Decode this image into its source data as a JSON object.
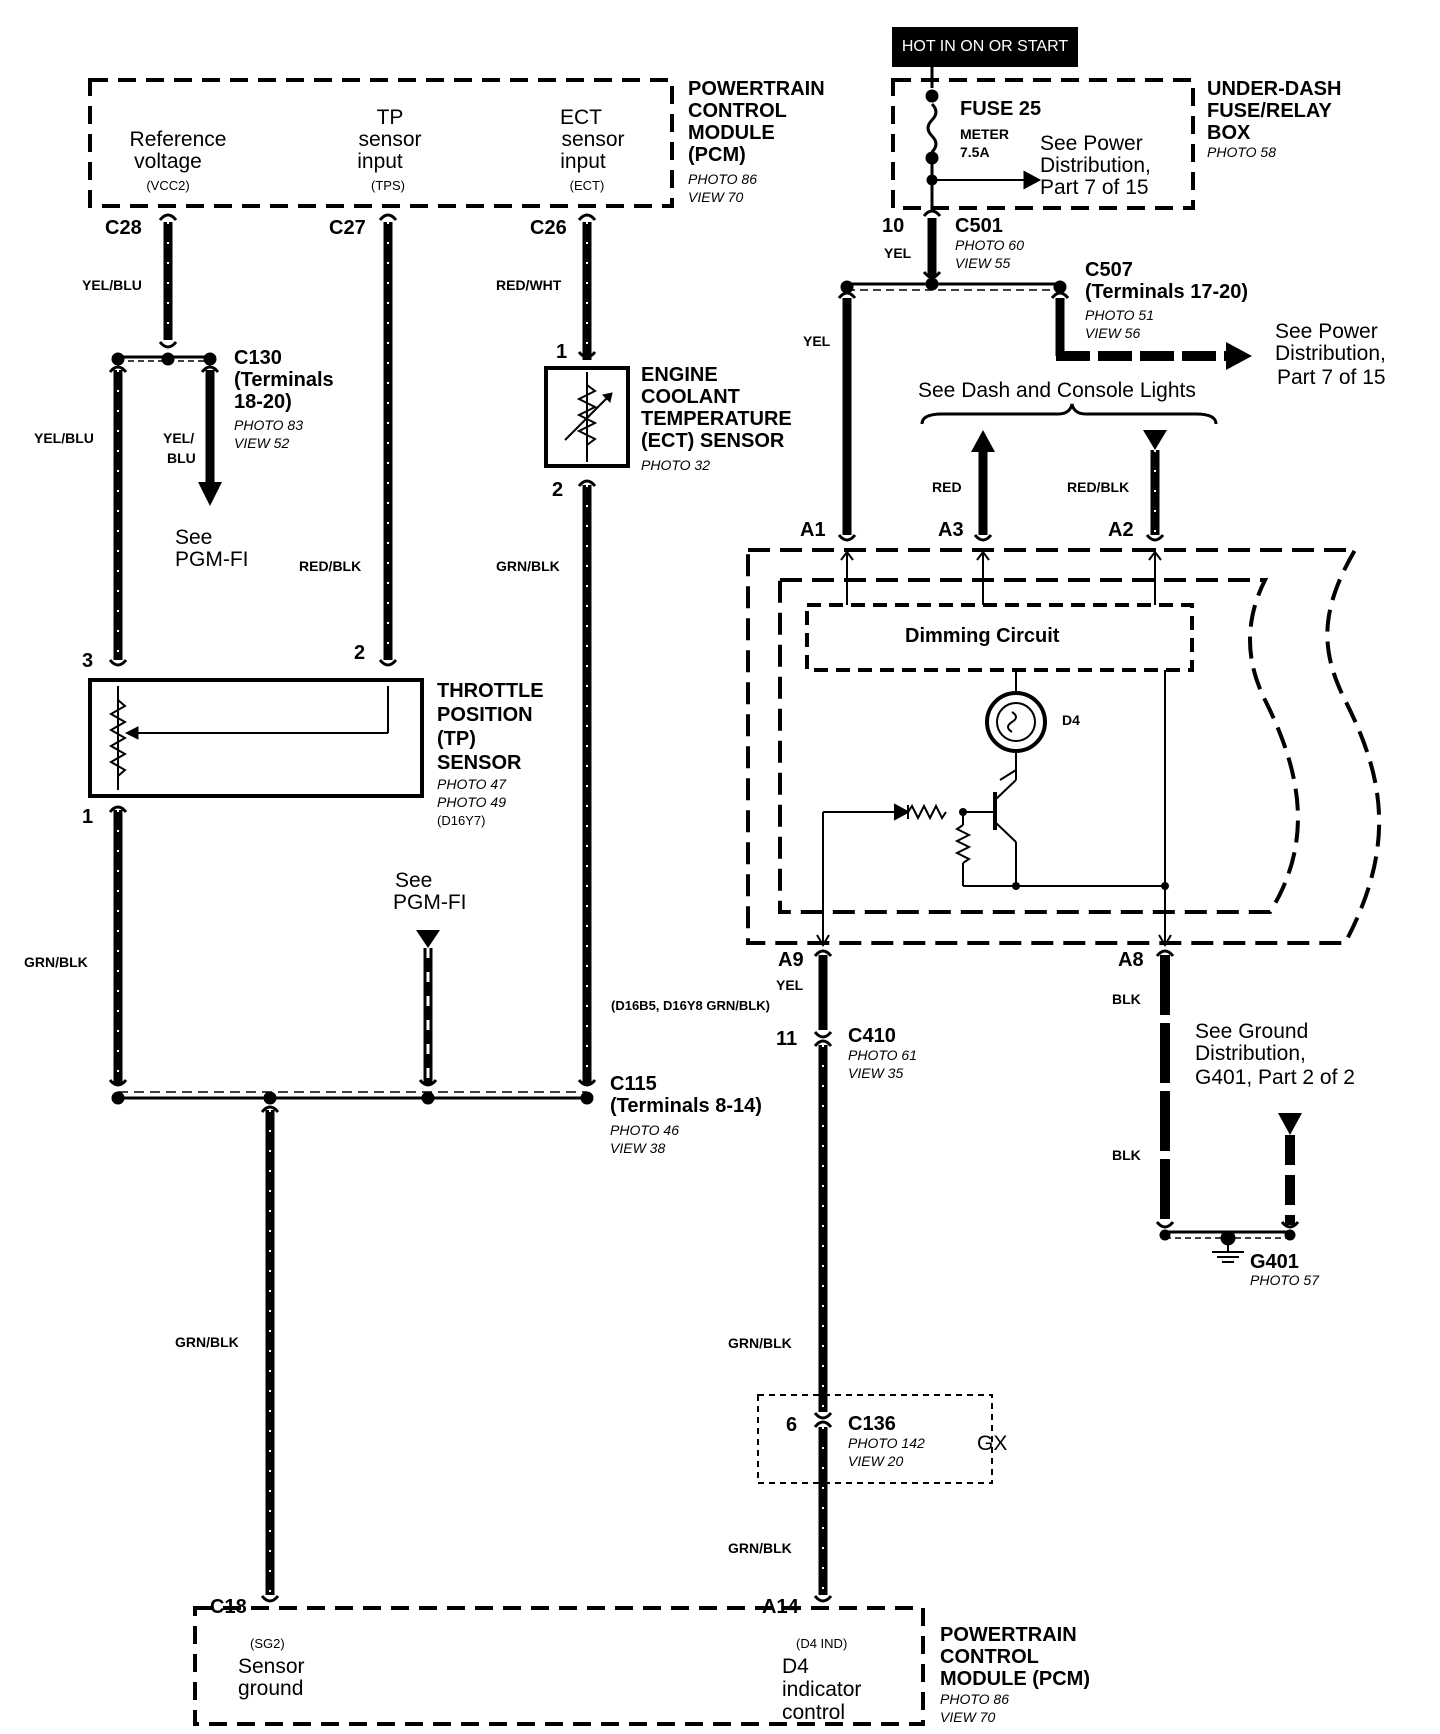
{
  "pcm_top": {
    "title": [
      "POWERTRAIN",
      "CONTROL",
      "MODULE",
      "(PCM)"
    ],
    "photo": "PHOTO 86",
    "view": "VIEW 70",
    "ref_voltage": [
      "Reference",
      "voltage"
    ],
    "ref_code": "(VCC2)",
    "tp_input": [
      "TP",
      "sensor",
      "input"
    ],
    "tp_code": "(TPS)",
    "ect_input": [
      "ECT",
      "sensor",
      "input"
    ],
    "ect_code": "(ECT)"
  },
  "fuse_box": {
    "hot_label": "HOT IN ON OR START",
    "title": [
      "UNDER-DASH",
      "FUSE/RELAY",
      "BOX"
    ],
    "photo": "PHOTO 58",
    "fuse": "FUSE 25",
    "fuse_name": "METER",
    "fuse_rating": "7.5A",
    "see_power": [
      "See Power",
      "Distribution,",
      "Part 7 of 15"
    ]
  },
  "connectors": {
    "c28": "C28",
    "c27": "C27",
    "c26": "C26",
    "c501": "C501",
    "c501_pin": "10",
    "c501_photo": "PHOTO 60",
    "c501_view": "VIEW 55",
    "c507": "C507",
    "c507_terms": "(Terminals 17-20)",
    "c507_photo": "PHOTO 51",
    "c507_view": "VIEW 56",
    "c130": "C130",
    "c130_terms": [
      "(Terminals",
      "18-20)"
    ],
    "c130_photo": "PHOTO 83",
    "c130_view": "VIEW 52",
    "c115": "C115",
    "c115_terms": "(Terminals 8-14)",
    "c115_photo": "PHOTO 46",
    "c115_view": "VIEW 38",
    "c410": "C410",
    "c410_pin": "11",
    "c410_photo": "PHOTO 61",
    "c410_view": "VIEW 35",
    "c136": "C136",
    "c136_pin": "6",
    "c136_photo": "PHOTO 142",
    "c136_view": "VIEW 20",
    "c136_gx": "GX",
    "c18": "C18",
    "a14": "A14",
    "a1": "A1",
    "a3": "A3",
    "a2": "A2",
    "a9": "A9",
    "a8": "A8",
    "g401": "G401",
    "g401_photo": "PHOTO 57"
  },
  "wires": {
    "yel_blu_a": "YEL/BLU",
    "yel_blu_b": "YEL/BLU",
    "yel_blu_c1": "YEL/",
    "yel_blu_c2": "BLU",
    "red_wht": "RED/WHT",
    "red_blk_tp": "RED/BLK",
    "grn_blk_ect": "GRN/BLK",
    "grn_blk_tp": "GRN/BLK",
    "grn_blk_gnd": "GRN/BLK",
    "yel_c501": "YEL",
    "yel_a1": "YEL",
    "red_a3": "RED",
    "red_blk_a2": "RED/BLK",
    "yel_a9": "YEL",
    "d16_note": "(D16B5, D16Y8 GRN/BLK)",
    "grn_blk_c410": "GRN/BLK",
    "grn_blk_c136": "GRN/BLK",
    "blk_a8": "BLK",
    "blk_g401": "BLK"
  },
  "components": {
    "ect_pin1": "1",
    "ect_pin2": "2",
    "ect_title": [
      "ENGINE",
      "COOLANT",
      "TEMPERATURE",
      "(ECT) SENSOR"
    ],
    "ect_photo": "PHOTO 32",
    "tp_pin3": "3",
    "tp_pin2": "2",
    "tp_pin1": "1",
    "tp_title": [
      "THROTTLE",
      "POSITION",
      "(TP)",
      "SENSOR"
    ],
    "tp_photo1": "PHOTO 47",
    "tp_photo2": "PHOTO 49",
    "tp_variant": "(D16Y7)",
    "see_pgm_a": [
      "See",
      "PGM-FI"
    ],
    "see_pgm_b": [
      "See",
      "PGM-FI"
    ],
    "see_dash": "See Dash and Console Lights",
    "see_power_r": [
      "See Power",
      "Distribution,",
      "Part 7 of 15"
    ],
    "dimming": "Dimming Circuit",
    "d4": "D4",
    "see_ground": [
      "See Ground",
      "Distribution,",
      "G401, Part 2 of 2"
    ]
  },
  "pcm_bottom": {
    "title": [
      "POWERTRAIN",
      "CONTROL",
      "MODULE (PCM)"
    ],
    "photo": "PHOTO 86",
    "view": "VIEW 70",
    "sg2": "(SG2)",
    "sensor_ground": [
      "Sensor",
      "ground"
    ],
    "d4ind": "(D4 IND)",
    "d4_control": [
      "D4",
      "indicator",
      "control"
    ]
  }
}
